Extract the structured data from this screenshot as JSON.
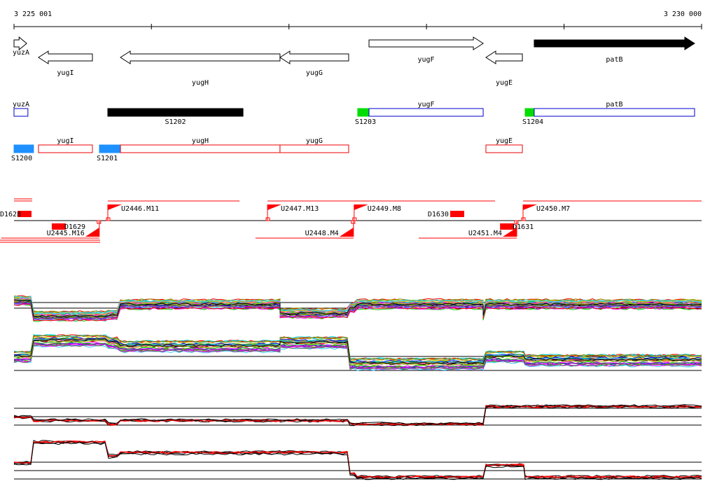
{
  "ruler": {
    "start_label": "3 225 001",
    "end_label": "3 230 000",
    "start": 3225001,
    "end": 3230000,
    "tick_every": 1000
  },
  "genes": [
    {
      "name": "yuzA",
      "start": 3225001,
      "end": 3225093,
      "strand": "+",
      "filled": false
    },
    {
      "name": "yugI",
      "start": 3225179,
      "end": 3225571,
      "strand": "-",
      "filled": false
    },
    {
      "name": "yugH",
      "start": 3225775,
      "end": 3226935,
      "strand": "-",
      "filled": false
    },
    {
      "name": "yugG",
      "start": 3226935,
      "end": 3227434,
      "strand": "-",
      "filled": false
    },
    {
      "name": "yugF",
      "start": 3227582,
      "end": 3228412,
      "strand": "+",
      "filled": false
    },
    {
      "name": "yugE",
      "start": 3228432,
      "end": 3228697,
      "strand": "-",
      "filled": false
    },
    {
      "name": "patB",
      "start": 3228783,
      "end": 3229949,
      "strand": "+",
      "filled": true
    }
  ],
  "plus_features": [
    {
      "label": "yuzA",
      "start": 3225001,
      "end": 3225102,
      "kind": "gene"
    },
    {
      "label": "S1202",
      "start": 3225683,
      "end": 3226666,
      "kind": "segment"
    },
    {
      "label": "S1203",
      "start": 3227500,
      "end": 3227582,
      "kind": "start"
    },
    {
      "label": "yugF",
      "start": 3227582,
      "end": 3228412,
      "kind": "gene"
    },
    {
      "label": "S1204",
      "start": 3228717,
      "end": 3228783,
      "kind": "start"
    },
    {
      "label": "patB",
      "start": 3228783,
      "end": 3229949,
      "kind": "gene"
    }
  ],
  "minus_features": [
    {
      "label": "S1200",
      "start": 3225001,
      "end": 3225143,
      "kind": "start"
    },
    {
      "label": "yugI",
      "start": 3225179,
      "end": 3225571,
      "kind": "gene"
    },
    {
      "label": "S1201",
      "start": 3225622,
      "end": 3225775,
      "kind": "start"
    },
    {
      "label": "yugH",
      "start": 3225775,
      "end": 3226935,
      "kind": "gene"
    },
    {
      "label": "yugG",
      "start": 3226935,
      "end": 3227434,
      "kind": "gene"
    },
    {
      "label": "yugE",
      "start": 3228432,
      "end": 3228697,
      "kind": "gene"
    }
  ],
  "colors": {
    "start": "#00dd00",
    "start_minus": "#1e90ff",
    "plus_box": "#0000cc",
    "minus_box": "#ee0000",
    "transcript": "#ff0000"
  },
  "transcripts_up": [
    {
      "label": "U2446.M11",
      "pos": 3225683
    },
    {
      "label": "U2447.M13",
      "pos": 3226844
    },
    {
      "label": "U2449.M8",
      "pos": 3227474
    },
    {
      "label": "U2450.M7",
      "pos": 3228702
    }
  ],
  "transcripts_down": [
    {
      "label": "U2445.M16",
      "pos": 3225621
    },
    {
      "label": "U2448.M4",
      "pos": 3227469
    },
    {
      "label": "U2451.M4",
      "pos": 3228656
    }
  ],
  "downshifts": [
    {
      "label": "D1628",
      "pos": 3225001
    },
    {
      "label": "D1629",
      "pos": 3225184
    },
    {
      "label": "D1630",
      "pos": 3228274
    },
    {
      "label": "D1631",
      "pos": 3228443
    }
  ]
}
